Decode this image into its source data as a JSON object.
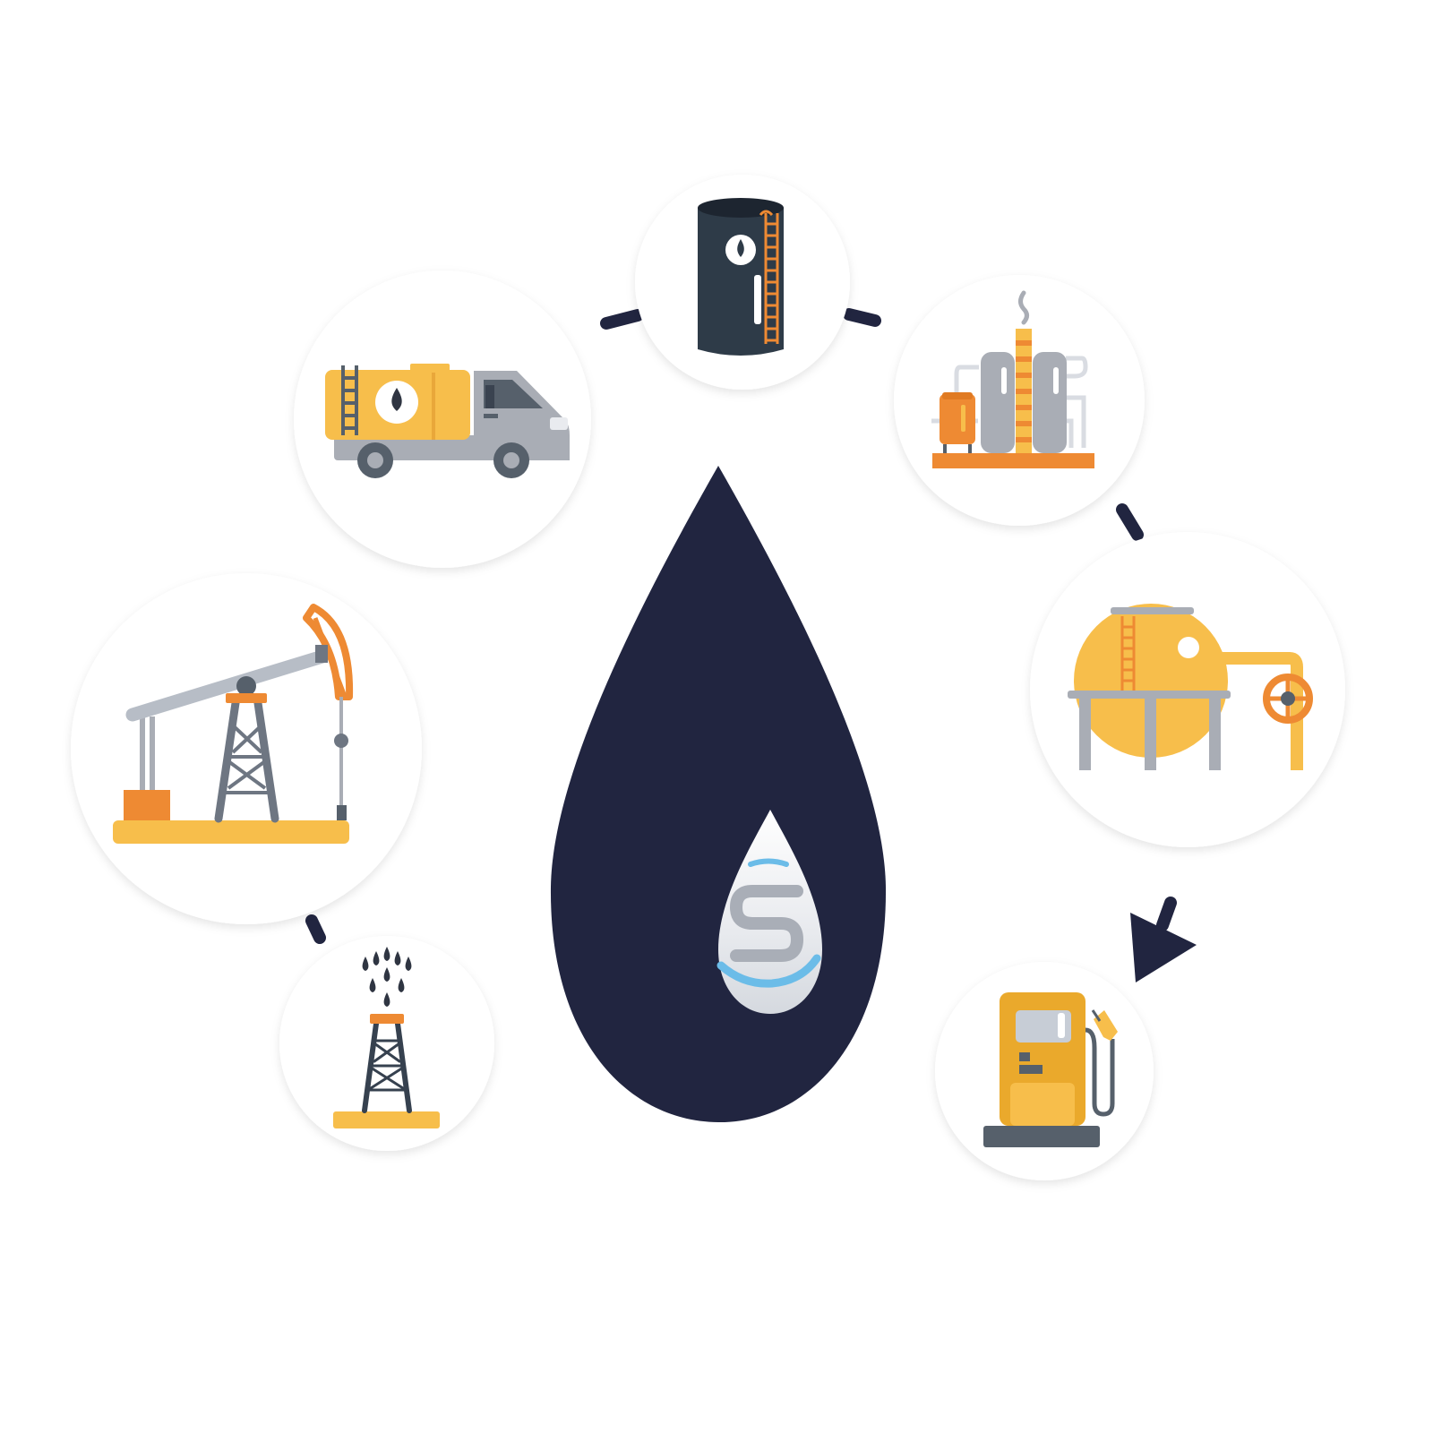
{
  "diagram": {
    "type": "oil-supply-cycle",
    "stages": [
      {
        "id": "gusher",
        "icon": "oil-gusher-icon"
      },
      {
        "id": "pumpjack",
        "icon": "pumpjack-icon"
      },
      {
        "id": "tanker-truck",
        "icon": "tanker-truck-icon"
      },
      {
        "id": "storage-tank",
        "icon": "storage-tank-icon"
      },
      {
        "id": "refinery",
        "icon": "refinery-icon"
      },
      {
        "id": "spherical-tank",
        "icon": "spherical-tank-icon"
      },
      {
        "id": "fuel-pump",
        "icon": "fuel-pump-icon"
      }
    ],
    "center_icon": "oil-drop-logo-icon",
    "logo_letter": "S"
  },
  "colors": {
    "navy": "#212540",
    "yellow": "#F7BE4B",
    "orange": "#EE8A33",
    "gray": "#A9ADB5",
    "dark_gray": "#56606B",
    "logo_blue": "#6BBCE8"
  }
}
